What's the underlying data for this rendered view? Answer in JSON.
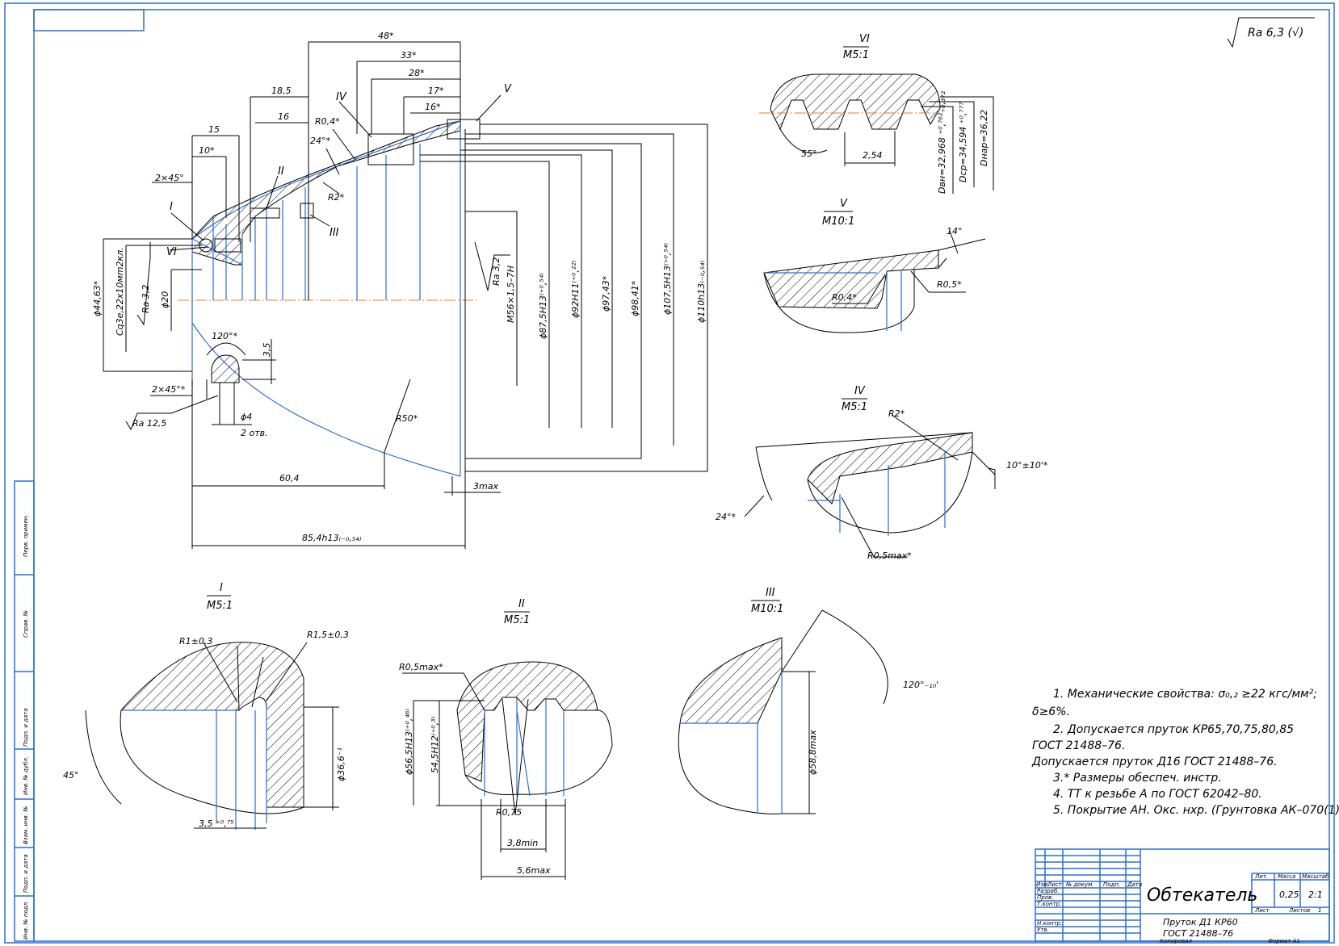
{
  "roughness_general": "Ra 6,3 (√)",
  "main_view": {
    "dims": {
      "d48": "48*",
      "d33": "33*",
      "d28": "28*",
      "d17": "17*",
      "d16a": "16*",
      "d185": "18,5",
      "d16": "16",
      "d15": "15",
      "d10": "10*",
      "ch1": "2×45°",
      "ch2": "2×45°*",
      "r04": "R0,4*",
      "a24": "24°*",
      "r2": "R2*",
      "d4463": "ϕ44,63*",
      "sq": "Сq3e,22х10мm2кл.",
      "ra32a": "Ra 3,2",
      "d20": "ϕ20",
      "a120": "120°*",
      "d35": "3,5",
      "ra125": "Ra 12,5",
      "d4": "ϕ4",
      "two": "2 отв.",
      "r50": "R50*",
      "d604": "60,4",
      "d854": "85,4h13₍₋₀,₅₄₎",
      "d3max": "3max",
      "ra32b": "Ra 3,2",
      "m56": "M56×1,5–7H",
      "d875": "ϕ87,5H13⁽⁺⁰,⁵⁴⁾",
      "d92": "ϕ92H11⁽⁺⁰,²²⁾",
      "d974": "ϕ97,43*",
      "d984": "ϕ98,41*",
      "d1075": "ϕ107,5H13⁽⁺⁰,⁵⁴⁾",
      "d110": "ϕ110h13₍₋₀,₅₄₎"
    },
    "markers": [
      "I",
      "II",
      "III",
      "IV",
      "V",
      "VI"
    ]
  },
  "view_VI": {
    "title": "VI",
    "scale": "M5:1",
    "dims": {
      "a55": "55°",
      "p254": "2,54",
      "dvn": "Dвн=32,968 ⁺⁰,⁷⁶²₊₀,₃₇₂",
      "dsr": "Dср=34,594 ⁺⁰,⁷⁷⁷",
      "dnar": "Dнар=36,22"
    }
  },
  "view_V": {
    "title": "V",
    "scale": "M10:1",
    "dims": {
      "a14": "14°",
      "r05": "R0,5*",
      "r04": "R0,4*"
    }
  },
  "view_IV": {
    "title": "IV",
    "scale": "M5:1",
    "dims": {
      "r2": "R2*",
      "a10": "10°±10'*",
      "a24": "24°*",
      "r05max": "R0,5max*"
    }
  },
  "view_I": {
    "title": "I",
    "scale": "M5:1",
    "dims": {
      "r1": "R1±0,3",
      "r15": "R1,5±0,3",
      "a45": "45°",
      "d35": "3,5 ⁺⁰,⁷⁵",
      "d366": "ϕ36,6⁻¹"
    }
  },
  "view_II": {
    "title": "II",
    "scale": "M5:1",
    "dims": {
      "r05max": "R0,5max*",
      "d565": "ϕ56,5H13⁽⁺⁰,⁴⁶⁾",
      "d545": "54,5H12⁽⁺⁰,³⁾",
      "r075": "R0,75",
      "d38": "3,8min",
      "d56": "5,6max"
    }
  },
  "view_III": {
    "title": "III",
    "scale": "M10:1",
    "dims": {
      "a120": "120°₋₁₀'",
      "d588": "ϕ58,8max"
    }
  },
  "notes": [
    "1. Механические свойства: σ₀,₂ ≥22 кгс/мм²;",
    "δ≥6%.",
    "2. Допускается пруток КР65,70,75,80,85",
    "ГОСТ 21488–76.",
    "Допускается пруток Д16 ГОСТ 21488–76.",
    "3.* Размеры обеспеч. инстр.",
    "4. ТТ к резьбе А по ГОСТ 62042–80.",
    "5. Покрытие АН. Окс. нхр. (Грунтовка АК–070(1))"
  ],
  "title_block": {
    "part_name": "Обтекатель",
    "material_1": "Пруток Д1 КР60",
    "material_2": "ГОСТ 21488–76",
    "mass": "0,25",
    "scale": "2:1",
    "h_lit": "Лит.",
    "h_mass": "Масса",
    "h_scale": "Масштаб",
    "sheet": "Лист",
    "sheets": "Листов",
    "sheets_n": "1",
    "col_izm": "Изм.",
    "col_list": "Лист",
    "col_doc": "№ докум.",
    "col_sign": "Подп.",
    "col_date": "Дата",
    "r_razrab": "Разраб.",
    "r_prov": "Пров.",
    "r_tkontr": "Т.контр.",
    "r_nkontr": "Н.контр.",
    "r_utv": "Утв.",
    "copied": "Копировал",
    "format": "Формат A1"
  },
  "side_stamps": [
    "Перв. примен.",
    "Справ. №",
    "Подп. и дата",
    "Инв. № дубл.",
    "Взам. инв. №",
    "Подп. и дата",
    "Инв. № подл."
  ]
}
